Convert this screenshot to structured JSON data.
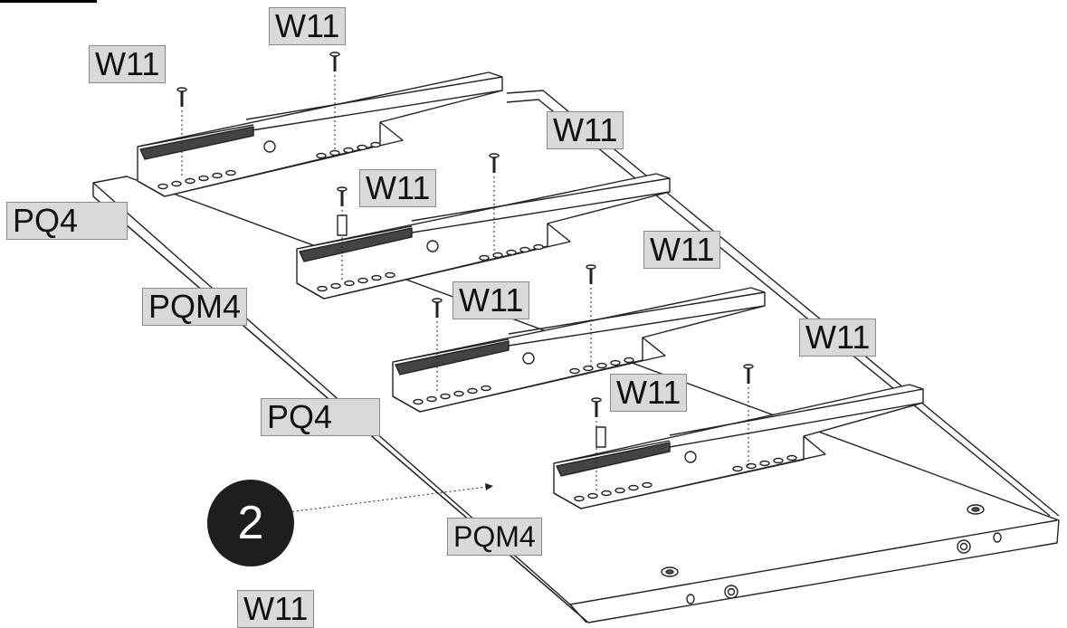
{
  "labels": {
    "w11_top_center": "W11",
    "w11_top_left": "W11",
    "w11_right_1": "W11",
    "pq4_left": "PQ4",
    "w11_mid_1": "W11",
    "w11_right_2": "W11",
    "pqm4_left": "PQM4",
    "w11_mid_2": "W11",
    "w11_right_3": "W11",
    "pq4_lower": "PQ4",
    "w11_mid_3": "W11",
    "pqm4_lower": "PQM4",
    "w11_bottom": "W11"
  },
  "step": {
    "number": "2"
  }
}
